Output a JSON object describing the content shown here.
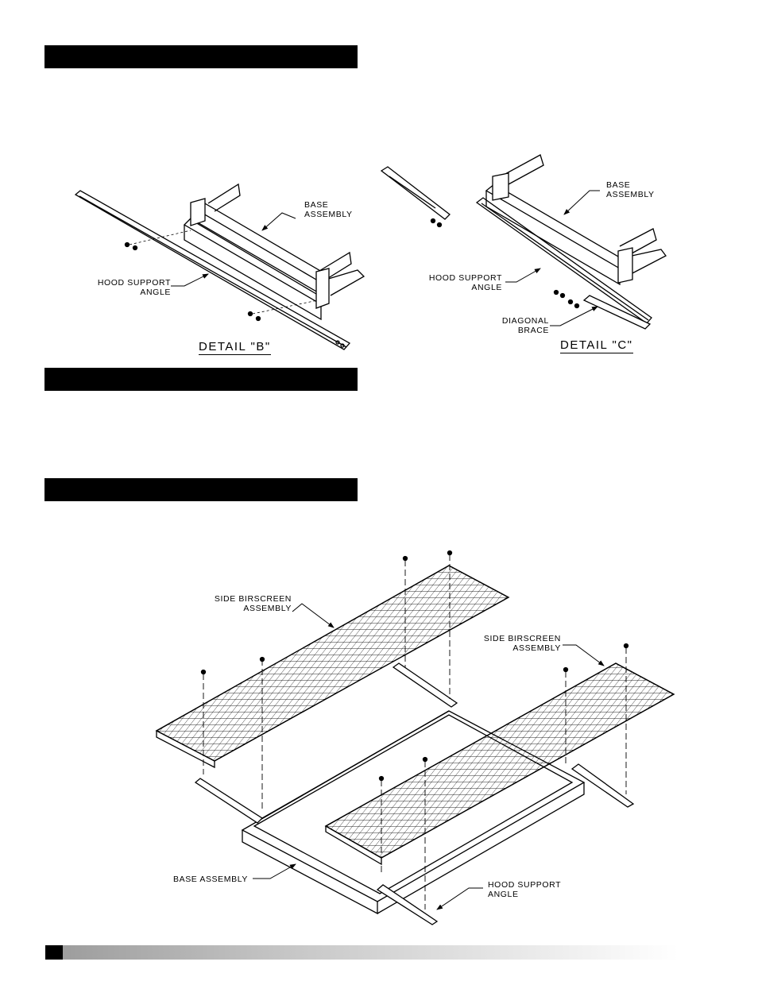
{
  "detail_b": {
    "base_label": [
      "BASE",
      "ASSEMBLY"
    ],
    "hood_label": [
      "HOOD SUPPORT",
      "ANGLE"
    ],
    "caption": "DETAIL \"B\""
  },
  "detail_c": {
    "base_label": [
      "BASE",
      "ASSEMBLY"
    ],
    "hood_label": [
      "HOOD SUPPORT",
      "ANGLE"
    ],
    "brace_label": [
      "DIAGONAL",
      "BRACE"
    ],
    "caption": "DETAIL \"C\""
  },
  "assembly": {
    "side_screen_left": [
      "SIDE BIRSCREEN",
      "ASSEMBLY"
    ],
    "side_screen_right": [
      "SIDE BIRSCREEN",
      "ASSEMBLY"
    ],
    "base_label": "BASE ASSEMBLY",
    "hood_label": [
      "HOOD SUPPORT",
      "ANGLE"
    ]
  }
}
